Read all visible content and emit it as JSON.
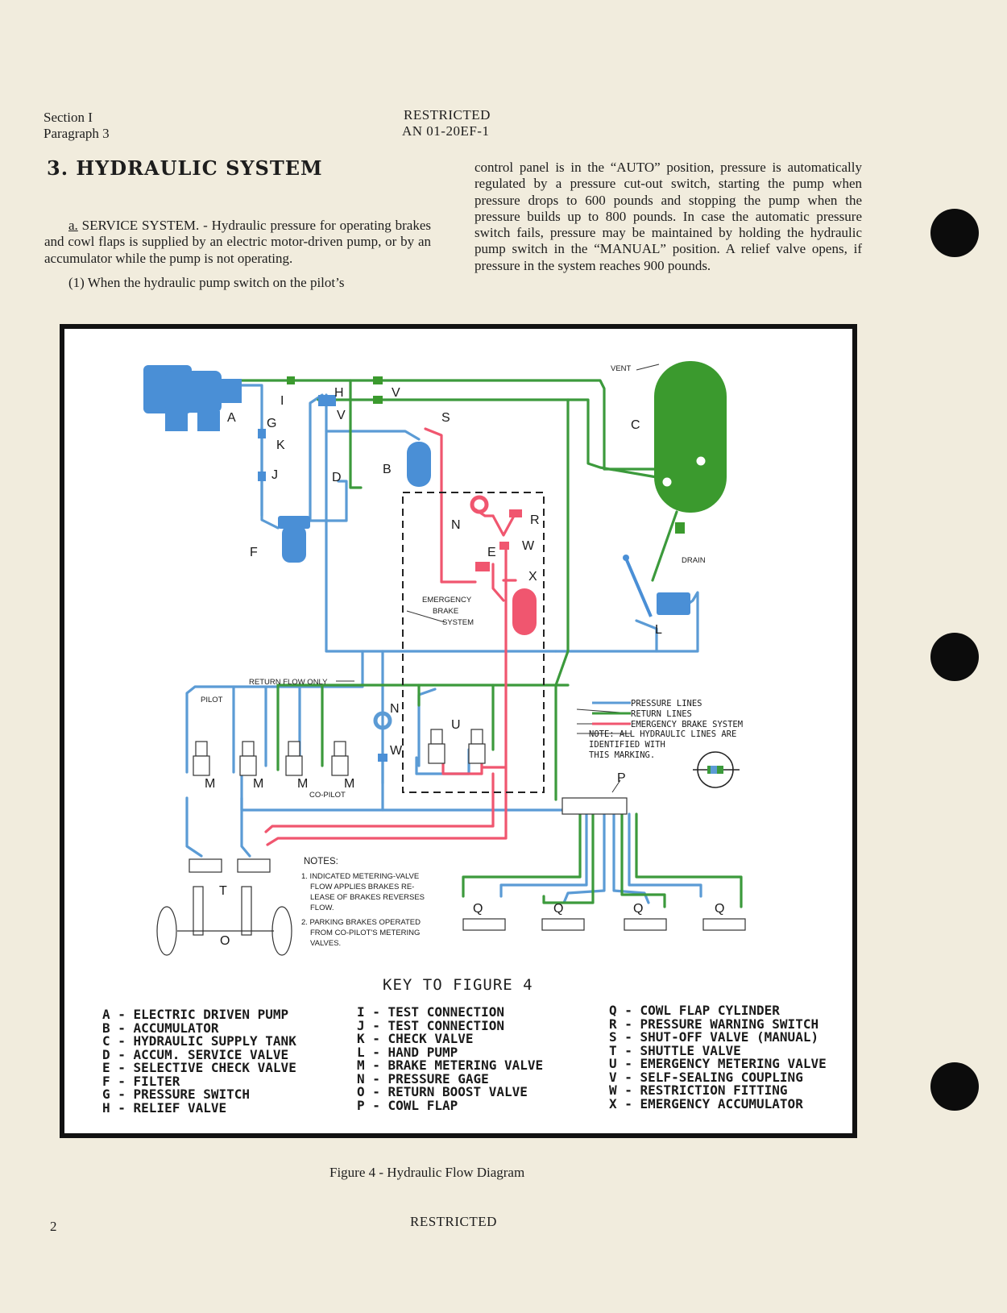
{
  "header": {
    "section": "Section I",
    "paragraph": "Paragraph 3",
    "restricted": "RESTRICTED",
    "doc_number": "AN 01-20EF-1"
  },
  "title": "3. HYDRAULIC SYSTEM",
  "body": {
    "sub_label": "a.",
    "p1": " SERVICE SYSTEM. - Hydraulic pressure for operating brakes and cowl flaps is supplied by an electric motor-driven pump, or by an accumulator while the pump is not operating.",
    "p2a": "(1) When the hydraulic pump switch on the pilot’s",
    "p2b": "control panel is in the “AUTO” position, pressure is automatically regulated by a pressure cut-out switch, starting the pump when pressure drops to 600 pounds and stopping the pump when the pressure builds up to 800 pounds. In case the automatic pressure switch fails, pressure may be maintained by holding the hydraulic pump switch in the “MANUAL” position. A relief valve opens, if pressure in the system reaches 900 pounds."
  },
  "diagram": {
    "colors": {
      "pressure": "#5b9bd5",
      "return": "#3c9a3c",
      "emergency": "#f0566f",
      "pump": "#4a8fd6",
      "tank": "#3b9a2e"
    },
    "letters": {
      "A": "A",
      "B": "B",
      "C": "C",
      "D": "D",
      "E": "E",
      "F": "F",
      "G": "G",
      "H": "H",
      "I": "I",
      "J": "J",
      "K": "K",
      "L": "L",
      "M": "M",
      "N": "N",
      "O": "O",
      "P": "P",
      "Q": "Q",
      "R": "R",
      "S": "S",
      "T": "T",
      "U": "U",
      "V": "V",
      "W": "W",
      "X": "X"
    },
    "vent": "VENT",
    "drain": "DRAIN",
    "emergency_label": [
      "EMERGENCY",
      "BRAKE",
      "SYSTEM"
    ],
    "return_flow": "RETURN FLOW ONLY",
    "pilot": "PILOT",
    "copilot": "CO-PILOT",
    "legend": {
      "pressure": "PRESSURE LINES",
      "return": "RETURN LINES",
      "emergency": "EMERGENCY BRAKE SYSTEM",
      "note": [
        "NOTE: ALL HYDRAULIC LINES ARE",
        "IDENTIFIED WITH",
        "THIS MARKING."
      ]
    },
    "notes": {
      "heading": "NOTES:",
      "n1": [
        "1. INDICATED METERING-VALVE",
        "FLOW APPLIES BRAKES RE-",
        "LEASE OF BRAKES REVERSES",
        "FLOW."
      ],
      "n2": [
        "2. PARKING BRAKES OPERATED",
        "FROM CO-PILOT'S METERING",
        "VALVES."
      ]
    }
  },
  "key": {
    "title": "KEY TO FIGURE 4",
    "col1": [
      "A - ELECTRIC DRIVEN PUMP",
      "B - ACCUMULATOR",
      "C - HYDRAULIC SUPPLY TANK",
      "D - ACCUM. SERVICE VALVE",
      "E - SELECTIVE CHECK VALVE",
      "F - FILTER",
      "G - PRESSURE SWITCH",
      "H - RELIEF VALVE"
    ],
    "col2": [
      "I - TEST CONNECTION",
      "J - TEST CONNECTION",
      "K - CHECK VALVE",
      "L - HAND PUMP",
      "M - BRAKE METERING VALVE",
      "N - PRESSURE GAGE",
      "O - RETURN BOOST VALVE",
      "P - COWL FLAP"
    ],
    "col3": [
      "Q - COWL FLAP CYLINDER",
      "R - PRESSURE WARNING SWITCH",
      "S - SHUT-OFF VALVE (MANUAL)",
      "T - SHUTTLE VALVE",
      "U - EMERGENCY METERING VALVE",
      "V - SELF-SEALING COUPLING",
      "W - RESTRICTION FITTING",
      "X - EMERGENCY ACCUMULATOR"
    ]
  },
  "caption": "Figure 4 - Hydraulic Flow Diagram",
  "footer": {
    "page": "2",
    "restricted": "RESTRICTED"
  }
}
